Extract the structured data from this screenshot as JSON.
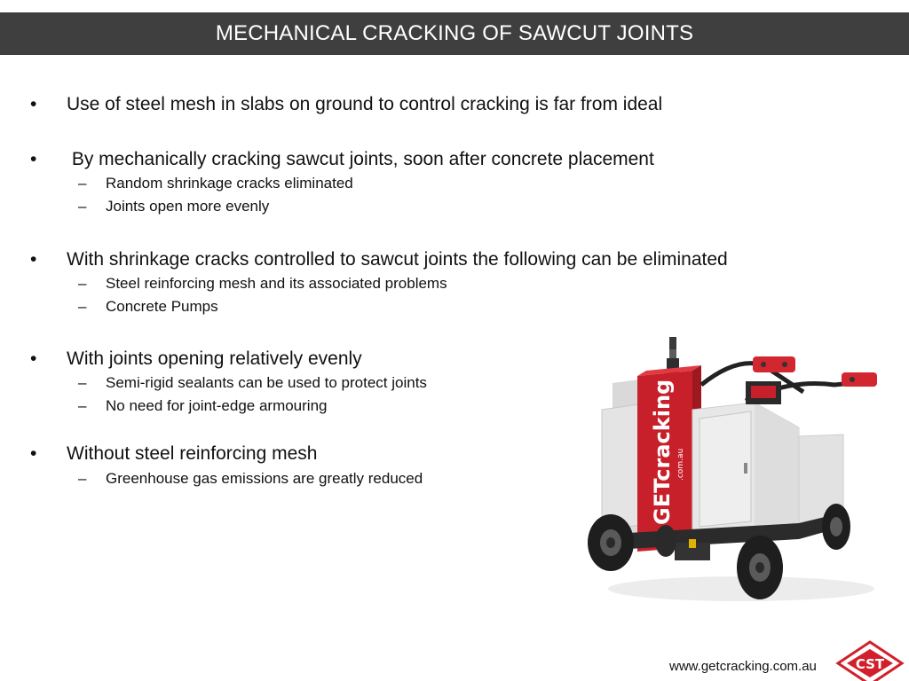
{
  "slide": {
    "title": "MECHANICAL CRACKING OF SAWCUT JOINTS",
    "bullets": [
      {
        "text": "Use of steel mesh in slabs on ground to control cracking is far from ideal",
        "subs": []
      },
      {
        "text": " By mechanically cracking sawcut joints, soon after concrete placement",
        "subs": [
          "Random shrinkage cracks eliminated",
          "Joints open more evenly"
        ]
      },
      {
        "text": "With shrinkage cracks controlled to sawcut joints the following can be eliminated",
        "subs": [
          "Steel reinforcing mesh and its associated problems",
          "Concrete Pumps"
        ]
      },
      {
        "text": "With joints opening relatively evenly",
        "subs": [
          "Semi-rigid sealants can be used to protect joints",
          "No need for joint-edge armouring"
        ]
      },
      {
        "text": "Without steel reinforcing mesh",
        "subs": [
          "Greenhouse gas emissions are greatly reduced"
        ]
      }
    ],
    "bullet_glyph": "•",
    "sub_glyph": "–"
  },
  "machine": {
    "brand_text": "GETcracking",
    "brand_small": ".com.au"
  },
  "footer": {
    "url": "www.getcracking.com.au"
  },
  "logo": {
    "text": "CST"
  },
  "colors": {
    "title_bar": "#3f3f3f",
    "title_text": "#ffffff",
    "machine_red": "#c8202a",
    "machine_grey": "#e7e7e7",
    "logo_red": "#d21f2b"
  }
}
